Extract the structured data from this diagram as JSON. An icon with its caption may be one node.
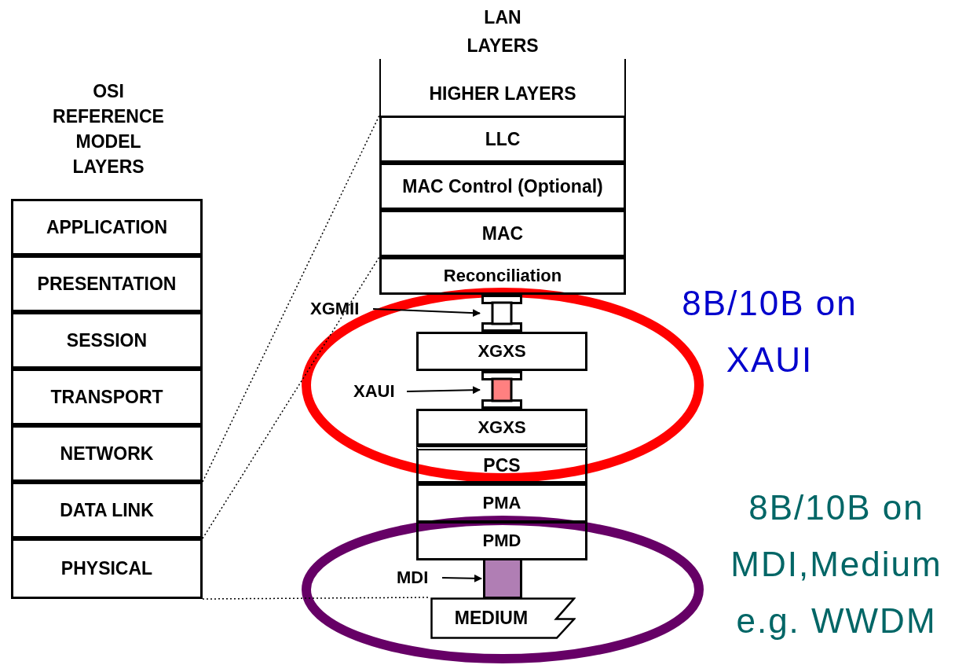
{
  "diagram": {
    "nodes": [
      {
        "text": [
          "APPLICATION"
        ]
      },
      {
        "text": [
          "PRESENTATION"
        ]
      },
      {
        "text": [
          "SESSION"
        ]
      },
      {
        "text": [
          "TRANSPORT"
        ]
      },
      {
        "text": [
          "NETWORK"
        ]
      },
      {
        "text": [
          "DATA LINK"
        ]
      },
      {
        "text": [
          "PHYSICAL"
        ]
      },
      {
        "text": [
          "HIGHER LAYERS"
        ]
      },
      {
        "text": [
          "LLC"
        ]
      },
      {
        "text": [
          "MAC Control (Optional)"
        ]
      },
      {
        "text": [
          "MAC"
        ]
      },
      {
        "text": [
          "Reconciliation"
        ]
      },
      {
        "text": [],
        "shape": "box"
      },
      {
        "text": [
          "XGXS"
        ]
      },
      {
        "text": [],
        "shape": "box"
      },
      {
        "text": [
          "XGXS"
        ]
      },
      {
        "text": [
          "PCS"
        ]
      },
      {
        "text": [
          "PMA"
        ]
      },
      {
        "text": [
          "PMD"
        ]
      },
      {
        "text": [],
        "shape": "box"
      },
      {
        "text": [
          "MEDIUM"
        ]
      },
      {
        "text": [
          "XGMII"
        ]
      },
      {
        "text": [
          "XAUI"
        ]
      },
      {
        "text": [
          "MDI"
        ]
      }
    ],
    "edges": [
      {
        "from": 5,
        "to": 8,
        "arrow": "none",
        "style": "dashed"
      },
      {
        "from": 5,
        "to": 11,
        "arrow": "none",
        "style": "dashed"
      },
      {
        "from": 6,
        "to": 20,
        "arrow": "none",
        "style": "dashed"
      },
      {
        "from": 21,
        "to": 12,
        "arrow": "to"
      },
      {
        "from": 22,
        "to": 14,
        "arrow": "to"
      },
      {
        "from": 23,
        "to": 19,
        "arrow": "to"
      }
    ],
    "labels": [
      "LAN LAYERS",
      "OSI REFERENCE MODEL LAYERS",
      "8B/10B on XAUI",
      "8B/10B on MDI,Medium e.g. WWDM"
    ]
  }
}
